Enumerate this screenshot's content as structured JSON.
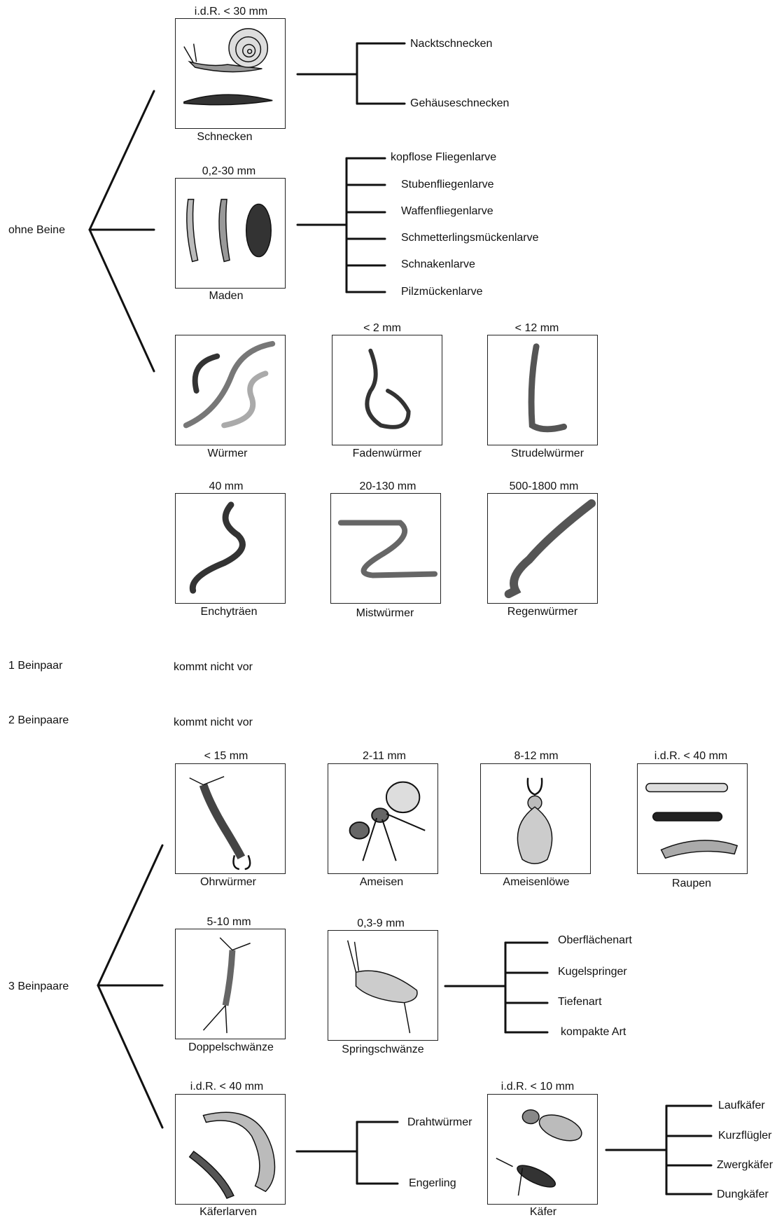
{
  "groups": {
    "no_legs": "ohne Beine",
    "one_pair": "1 Beinpaar",
    "two_pairs": "2 Beinpaare",
    "three_pairs": "3 Beinpaare"
  },
  "notes": {
    "one_pair": "kommt nicht vor",
    "two_pairs": "kommt nicht vor"
  },
  "cards": {
    "schnecken": {
      "size": "i.d.R. < 30 mm",
      "name": "Schnecken"
    },
    "maden": {
      "size": "0,2-30 mm",
      "name": "Maden"
    },
    "wuermer": {
      "size": "",
      "name": "Würmer"
    },
    "fadenwuermer": {
      "size": "< 2 mm",
      "name": "Fadenwürmer"
    },
    "strudelwuermer": {
      "size": "< 12 mm",
      "name": "Strudelwürmer"
    },
    "enchytraeen": {
      "size": "40 mm",
      "name": "Enchyträen"
    },
    "mistwuermer": {
      "size": "20-130 mm",
      "name": "Mistwürmer"
    },
    "regenwuermer": {
      "size": "500-1800 mm",
      "name": "Regenwürmer"
    },
    "ohrwuermer": {
      "size": "< 15 mm",
      "name": "Ohrwürmer"
    },
    "ameisen": {
      "size": "2-11 mm",
      "name": "Ameisen"
    },
    "ameisenloewe": {
      "size": "8-12 mm",
      "name": "Ameisenlöwe"
    },
    "raupen": {
      "size": "i.d.R. < 40 mm",
      "name": "Raupen"
    },
    "doppelschwaenze": {
      "size": "5-10 mm",
      "name": "Doppelschwänze"
    },
    "springschwaenze": {
      "size": "0,3-9 mm",
      "name": "Springschwänze"
    },
    "kaeferlarven": {
      "size": "i.d.R. < 40 mm",
      "name": "Käferlarven"
    },
    "kaefer": {
      "size": "i.d.R. < 10 mm",
      "name": "Käfer"
    }
  },
  "subtypes": {
    "schnecken": [
      "Nacktschnecken",
      "Gehäuseschnecken"
    ],
    "maden": [
      "kopflose Fliegenlarve",
      "Stubenfliegenlarve",
      "Waffenfliegenlarve",
      "Schmetterlingsmückenlarve",
      "Schnakenlarve",
      "Pilzmückenlarve"
    ],
    "springschwaenze": [
      "Oberflächenart",
      "Kugelspringer",
      "Tiefenart",
      "kompakte Art"
    ],
    "kaeferlarven": [
      "Drahtwürmer",
      "Engerling"
    ],
    "kaefer": [
      "Laufkäfer",
      "Kurzflügler",
      "Zwergkäfer",
      "Dungkäfer"
    ]
  }
}
